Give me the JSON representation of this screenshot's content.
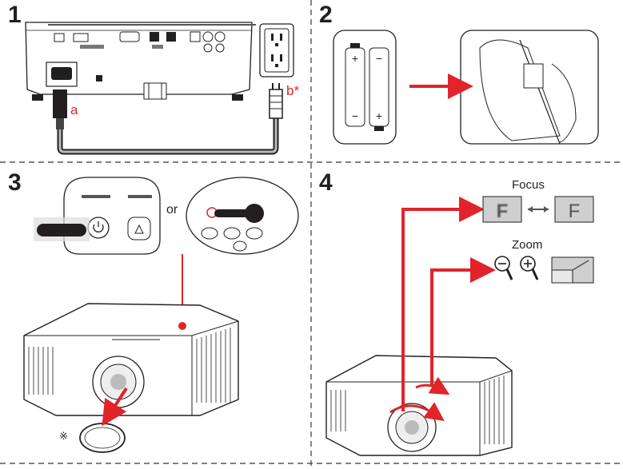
{
  "steps": {
    "one": {
      "number": "1",
      "label_a": "a",
      "label_b": "b*"
    },
    "two": {
      "number": "2"
    },
    "three": {
      "number": "3",
      "or_label": "or",
      "note_symbol": "※"
    },
    "four": {
      "number": "4",
      "focus_label": "Focus",
      "zoom_label": "Zoom",
      "focus_letter": "F"
    }
  },
  "colors": {
    "arrow": "#e0242a",
    "line": "#231f20",
    "grey_fill": "#cfcfcf",
    "dashed": "#555555"
  },
  "icons": [
    "power-icon",
    "up-arrow-icon",
    "zoom-out-icon",
    "zoom-in-icon",
    "double-arrow-icon",
    "hand-icon"
  ]
}
